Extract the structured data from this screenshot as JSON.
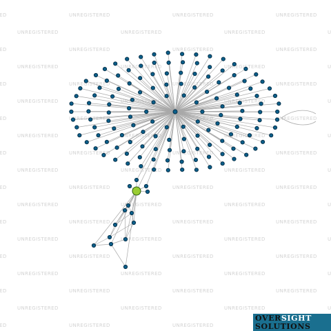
{
  "watermark": {
    "text": "UNREGISTERED",
    "color": "#d3d3d3"
  },
  "graph": {
    "description_nodes": "central hub with radial leaves; highlighted focal node below hub",
    "hub_color": "#0b5f8a",
    "node_color": "#0b5f8a",
    "node_stroke": "#06304a",
    "edge_color": "#a8a8a8",
    "focal_node_color": "#9acd32",
    "focal_node_stroke": "#2e5e12"
  },
  "brand": {
    "line1_dark": "OVER",
    "line1_light": "SIGHT",
    "line2": "SOLUTIONS",
    "background": "#1a6f8f"
  }
}
